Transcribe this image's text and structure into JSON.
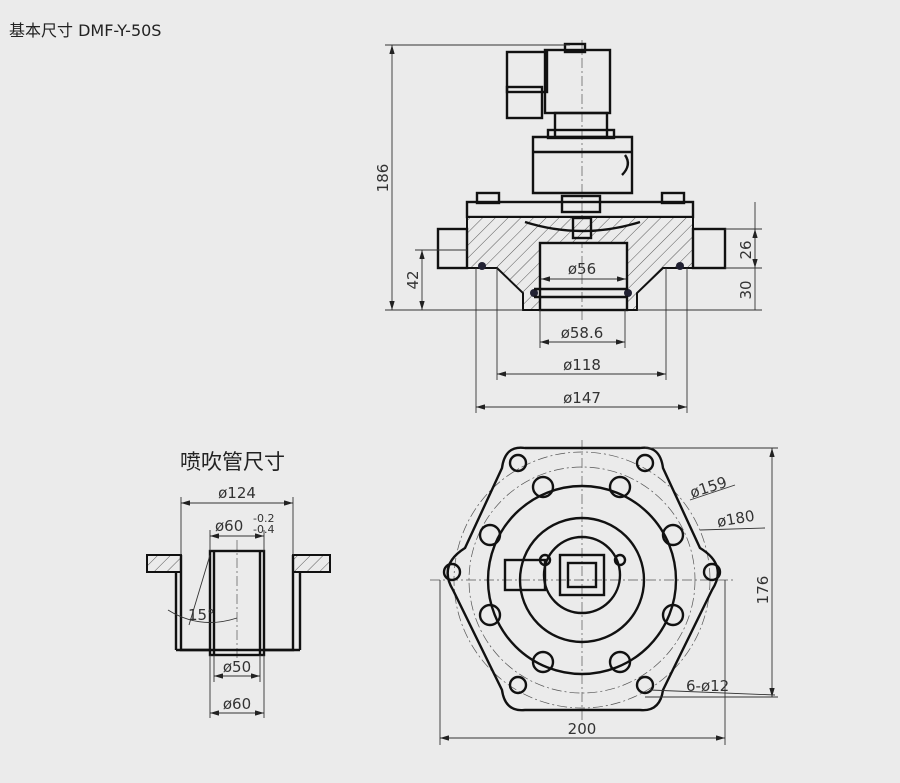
{
  "title": "基本尺寸 DMF-Y-50S",
  "pipe_section_title": "喷吹管尺寸",
  "side_view": {
    "height": "186",
    "inlet_height": "42",
    "upper_height": "26",
    "lower_height": "30",
    "bore": "ø56",
    "outlet": "ø58.6",
    "seal_dia": "ø118",
    "flange_dia": "ø147"
  },
  "bottom_view": {
    "inner_circle": "ø159",
    "outer_circle": "ø180",
    "height": "176",
    "width": "200",
    "holes": "6-ø12"
  },
  "blow_pipe": {
    "flange_dia": "ø124",
    "outer_dia": "ø60",
    "tol_upper": "-0.2",
    "tol_lower": "-0.4",
    "inner_dia": "ø50",
    "bottom_dia": "ø60",
    "angle": "15°"
  }
}
